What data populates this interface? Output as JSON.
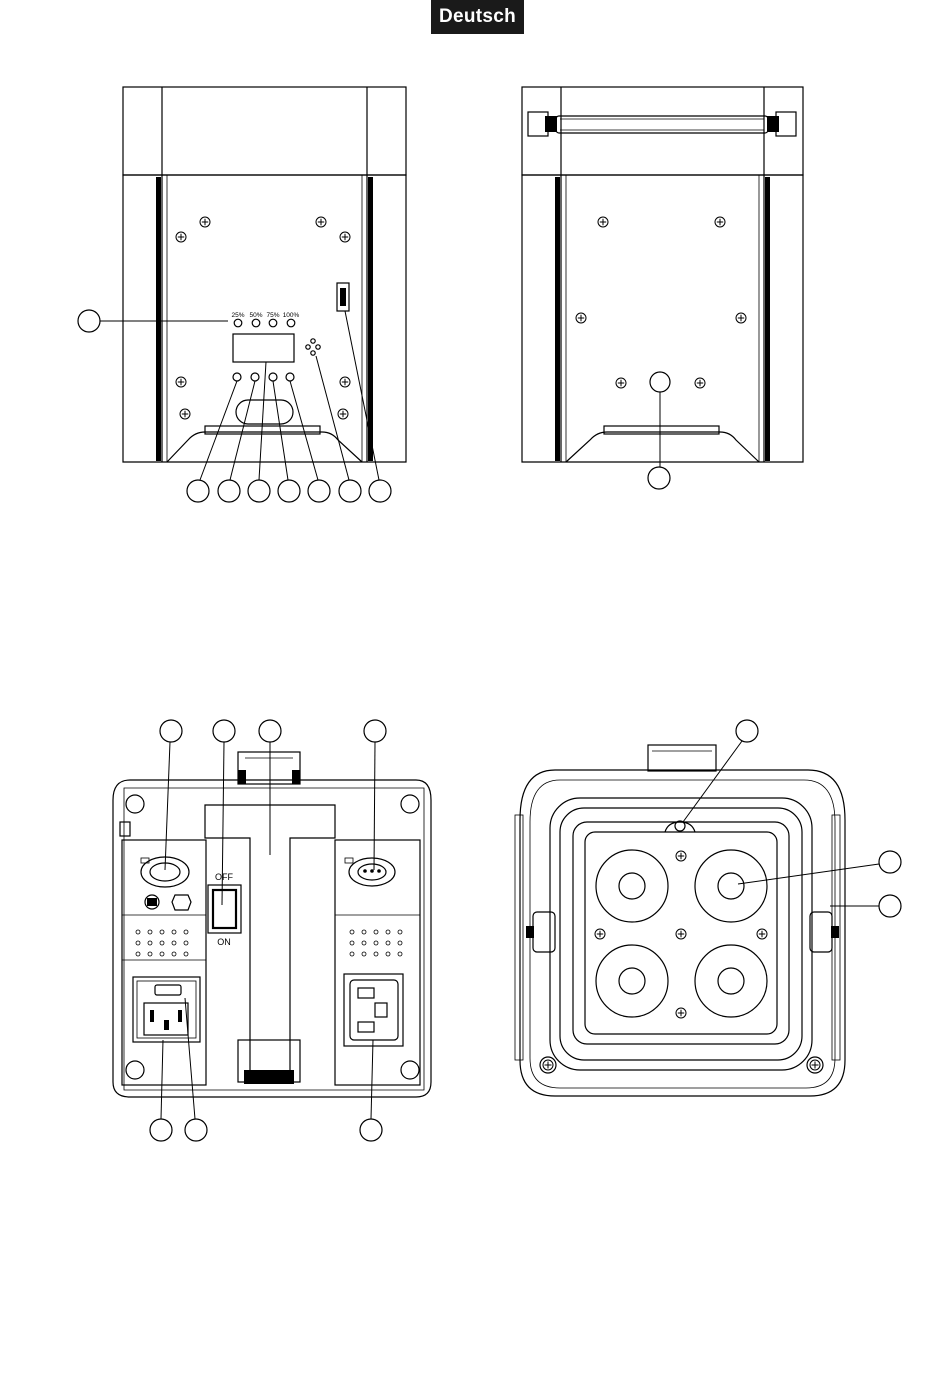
{
  "header": {
    "language_badge": "Deutsch"
  },
  "top_left_view": {
    "percent_labels": [
      "25%",
      "50%",
      "75%",
      "100%"
    ]
  },
  "bottom_left_view": {
    "switch_off_label": "OFF",
    "switch_on_label": "ON"
  },
  "colors": {
    "ink": "#000000",
    "badge_bg": "#1a1a1a",
    "paper": "#ffffff"
  }
}
